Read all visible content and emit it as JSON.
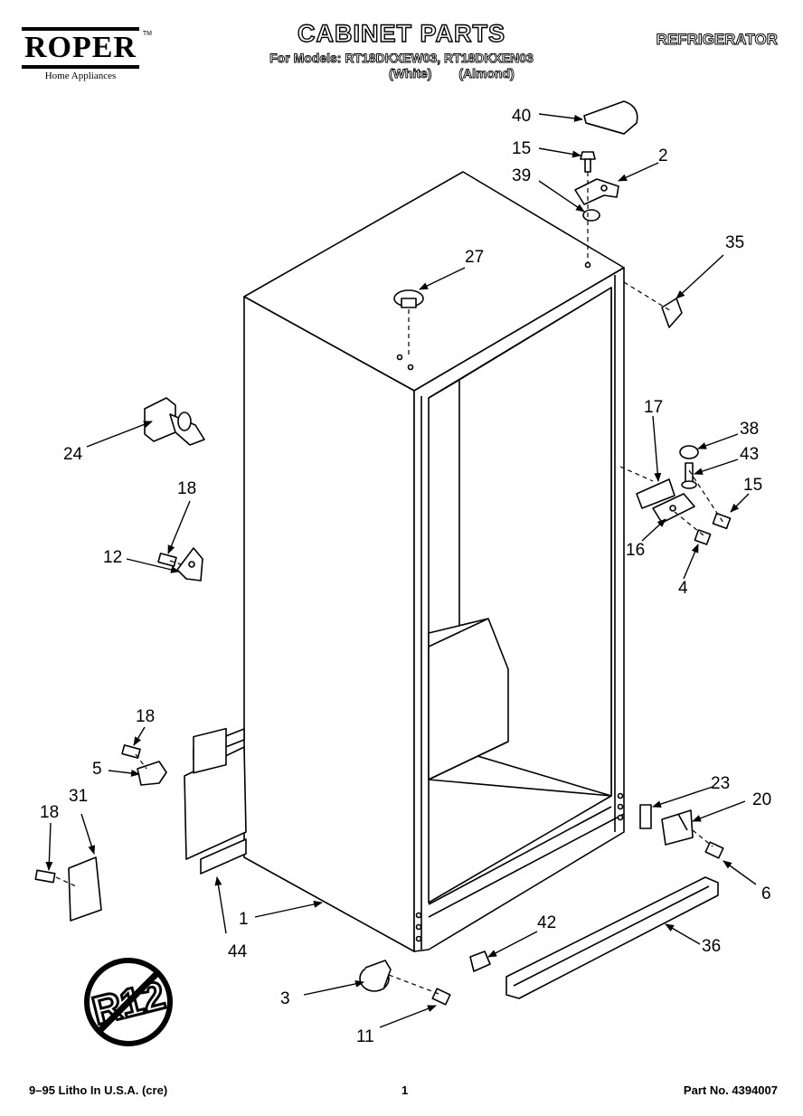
{
  "header": {
    "brand": "ROPER",
    "brand_tm": "TM",
    "brand_sub": "Home Appliances",
    "title": "CABINET PARTS",
    "models_line": "For Models: RT18DKXEW03, RT18DKXEN03",
    "variant_white": "(White)",
    "variant_almond": "(Almond)",
    "category": "REFRIGERATOR"
  },
  "diagram": {
    "no_mark_text": "R12",
    "callouts": [
      {
        "id": "c40",
        "label": "40"
      },
      {
        "id": "c15a",
        "label": "15"
      },
      {
        "id": "c2",
        "label": "2"
      },
      {
        "id": "c39",
        "label": "39"
      },
      {
        "id": "c35",
        "label": "35"
      },
      {
        "id": "c27",
        "label": "27"
      },
      {
        "id": "c24",
        "label": "24"
      },
      {
        "id": "c18a",
        "label": "18"
      },
      {
        "id": "c12",
        "label": "12"
      },
      {
        "id": "c17",
        "label": "17"
      },
      {
        "id": "c38",
        "label": "38"
      },
      {
        "id": "c43",
        "label": "43"
      },
      {
        "id": "c15b",
        "label": "15"
      },
      {
        "id": "c16",
        "label": "16"
      },
      {
        "id": "c4",
        "label": "4"
      },
      {
        "id": "c18b",
        "label": "18"
      },
      {
        "id": "c5",
        "label": "5"
      },
      {
        "id": "c18c",
        "label": "18"
      },
      {
        "id": "c31",
        "label": "31"
      },
      {
        "id": "c23",
        "label": "23"
      },
      {
        "id": "c20",
        "label": "20"
      },
      {
        "id": "c6",
        "label": "6"
      },
      {
        "id": "c1",
        "label": "1"
      },
      {
        "id": "c44",
        "label": "44"
      },
      {
        "id": "c42",
        "label": "42"
      },
      {
        "id": "c36",
        "label": "36"
      },
      {
        "id": "c3",
        "label": "3"
      },
      {
        "id": "c11",
        "label": "11"
      }
    ]
  },
  "footer": {
    "litho": "9–95 Litho In U.S.A. (cre)",
    "page": "1",
    "part_no": "Part No. 4394007"
  }
}
